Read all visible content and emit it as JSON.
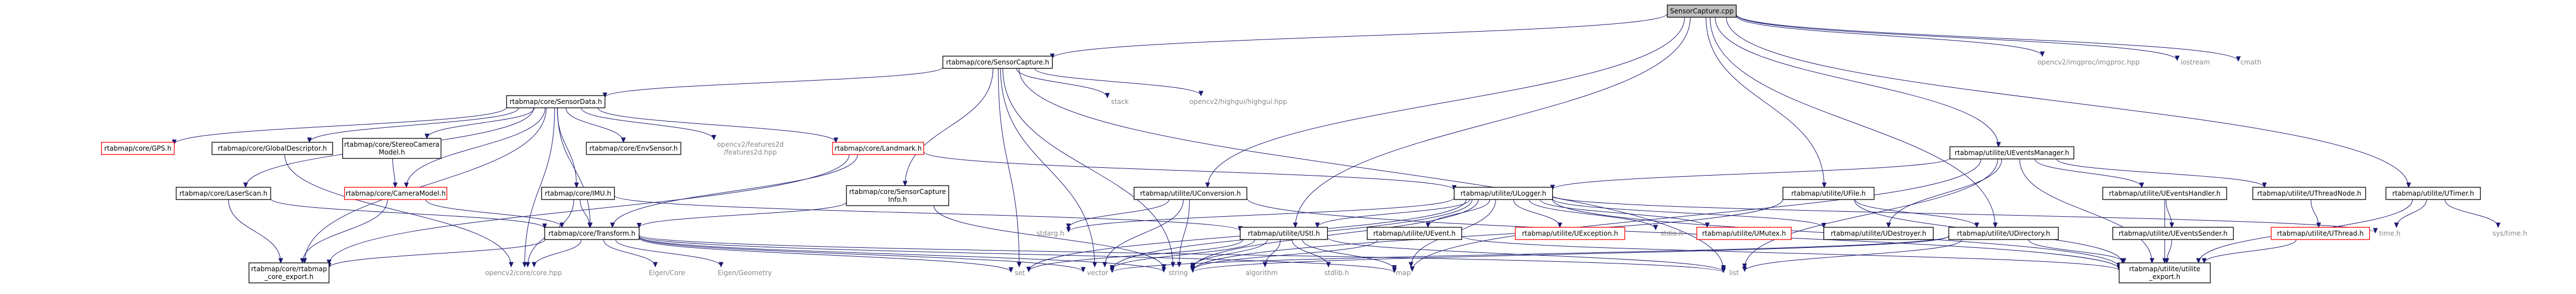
{
  "colors": {
    "edge": "#191970",
    "box_border": "#000000",
    "box_missing_border": "#ff0000",
    "box_root_fill": "#bfbfbf",
    "external_text": "#888888"
  },
  "graph": {
    "root": "SensorCapture.cpp",
    "nodes": [
      {
        "id": "root",
        "lines": [
          "SensorCapture.cpp"
        ],
        "kind": "root"
      },
      {
        "id": "sensorcapture_h",
        "lines": [
          "rtabmap/core/SensorCapture.h"
        ],
        "kind": "box"
      },
      {
        "id": "opencv_imgproc",
        "lines": [
          "opencv2/imgproc/imgproc.hpp"
        ],
        "kind": "ext"
      },
      {
        "id": "iostream",
        "lines": [
          "iostream"
        ],
        "kind": "ext"
      },
      {
        "id": "cmath",
        "lines": [
          "cmath"
        ],
        "kind": "ext"
      },
      {
        "id": "sensordata_h",
        "lines": [
          "rtabmap/core/SensorData.h"
        ],
        "kind": "box"
      },
      {
        "id": "stack",
        "lines": [
          "stack"
        ],
        "kind": "ext"
      },
      {
        "id": "highgui",
        "lines": [
          "opencv2/highgui/highgui.hpp"
        ],
        "kind": "ext"
      },
      {
        "id": "gps_h",
        "lines": [
          "rtabmap/core/GPS.h"
        ],
        "kind": "missing"
      },
      {
        "id": "globaldesc_h",
        "lines": [
          "rtabmap/core/GlobalDescriptor.h"
        ],
        "kind": "box"
      },
      {
        "id": "stereocam_h",
        "lines": [
          "rtabmap/core/StereoCamera",
          "Model.h"
        ],
        "kind": "box"
      },
      {
        "id": "envsensor_h",
        "lines": [
          "rtabmap/core/EnvSensor.h"
        ],
        "kind": "box"
      },
      {
        "id": "features2d",
        "lines": [
          "opencv2/features2d",
          "/features2d.hpp"
        ],
        "kind": "ext"
      },
      {
        "id": "landmark_h",
        "lines": [
          "rtabmap/core/Landmark.h"
        ],
        "kind": "missing"
      },
      {
        "id": "laserscan_h",
        "lines": [
          "rtabmap/core/LaserScan.h"
        ],
        "kind": "box"
      },
      {
        "id": "cameramodel_h",
        "lines": [
          "rtabmap/core/CameraModel.h"
        ],
        "kind": "missing"
      },
      {
        "id": "imu_h",
        "lines": [
          "rtabmap/core/IMU.h"
        ],
        "kind": "box"
      },
      {
        "id": "sensorcaptureinfo_h",
        "lines": [
          "rtabmap/core/SensorCapture",
          "Info.h"
        ],
        "kind": "box"
      },
      {
        "id": "conversion_h",
        "lines": [
          "rtabmap/utilite/UConversion.h"
        ],
        "kind": "box"
      },
      {
        "id": "ulogger_h",
        "lines": [
          "rtabmap/utilite/ULogger.h"
        ],
        "kind": "box"
      },
      {
        "id": "ufile_h",
        "lines": [
          "rtabmap/utilite/UFile.h"
        ],
        "kind": "box"
      },
      {
        "id": "ueventsmanager_h",
        "lines": [
          "rtabmap/utilite/UEventsManager.h"
        ],
        "kind": "box"
      },
      {
        "id": "utimer_h",
        "lines": [
          "rtabmap/utilite/UTimer.h"
        ],
        "kind": "box"
      },
      {
        "id": "transform_h",
        "lines": [
          "rtabmap/core/Transform.h"
        ],
        "kind": "box"
      },
      {
        "id": "rtabmap_core_export",
        "lines": [
          "rtabmap/core/rtabmap",
          "_core_export.h"
        ],
        "kind": "box"
      },
      {
        "id": "opencv_core",
        "lines": [
          "opencv2/core/core.hpp"
        ],
        "kind": "ext"
      },
      {
        "id": "eigen_core",
        "lines": [
          "Eigen/Core"
        ],
        "kind": "ext"
      },
      {
        "id": "eigen_geometry",
        "lines": [
          "Eigen/Geometry"
        ],
        "kind": "ext"
      },
      {
        "id": "stdarg_h",
        "lines": [
          "stdarg.h"
        ],
        "kind": "ext"
      },
      {
        "id": "ustl_h",
        "lines": [
          "rtabmap/utilite/UStl.h"
        ],
        "kind": "box"
      },
      {
        "id": "uevent_h",
        "lines": [
          "rtabmap/utilite/UEvent.h"
        ],
        "kind": "box"
      },
      {
        "id": "uexception_h",
        "lines": [
          "rtabmap/utilite/UException.h"
        ],
        "kind": "missing"
      },
      {
        "id": "stdio_h",
        "lines": [
          "stdio.h"
        ],
        "kind": "ext"
      },
      {
        "id": "umutex_h",
        "lines": [
          "rtabmap/utilite/UMutex.h"
        ],
        "kind": "missing"
      },
      {
        "id": "udestroyer_h",
        "lines": [
          "rtabmap/utilite/UDestroyer.h"
        ],
        "kind": "box"
      },
      {
        "id": "udirectory_h",
        "lines": [
          "rtabmap/utilite/UDirectory.h"
        ],
        "kind": "box"
      },
      {
        "id": "ueventshandler_h",
        "lines": [
          "rtabmap/utilite/UEventsHandler.h"
        ],
        "kind": "box"
      },
      {
        "id": "uthreadnode_h",
        "lines": [
          "rtabmap/utilite/UThreadNode.h"
        ],
        "kind": "box"
      },
      {
        "id": "ueventssender_h",
        "lines": [
          "rtabmap/utilite/UEventsSender.h"
        ],
        "kind": "box"
      },
      {
        "id": "uthread_h",
        "lines": [
          "rtabmap/utilite/UThread.h"
        ],
        "kind": "missing"
      },
      {
        "id": "time_h",
        "lines": [
          "time.h"
        ],
        "kind": "ext"
      },
      {
        "id": "systime_h",
        "lines": [
          "sys/time.h"
        ],
        "kind": "ext"
      },
      {
        "id": "utilite_export",
        "lines": [
          "rtabmap/utilite/utilite",
          "_export.h"
        ],
        "kind": "box"
      },
      {
        "id": "set",
        "lines": [
          "set"
        ],
        "kind": "ext"
      },
      {
        "id": "vector",
        "lines": [
          "vector"
        ],
        "kind": "ext"
      },
      {
        "id": "string",
        "lines": [
          "string"
        ],
        "kind": "ext"
      },
      {
        "id": "algorithm",
        "lines": [
          "algorithm"
        ],
        "kind": "ext"
      },
      {
        "id": "stdlib_h",
        "lines": [
          "stdlib.h"
        ],
        "kind": "ext"
      },
      {
        "id": "map",
        "lines": [
          "map"
        ],
        "kind": "ext"
      },
      {
        "id": "list",
        "lines": [
          "list"
        ],
        "kind": "ext"
      }
    ],
    "edges": [
      [
        "root",
        "sensorcapture_h"
      ],
      [
        "root",
        "opencv_imgproc"
      ],
      [
        "root",
        "iostream"
      ],
      [
        "root",
        "cmath"
      ],
      [
        "root",
        "conversion_h"
      ],
      [
        "root",
        "ustl_h"
      ],
      [
        "root",
        "ufile_h"
      ],
      [
        "root",
        "udirectory_h"
      ],
      [
        "root",
        "ueventsmanager_h"
      ],
      [
        "root",
        "utimer_h"
      ],
      [
        "sensorcapture_h",
        "sensordata_h"
      ],
      [
        "sensorcapture_h",
        "stack"
      ],
      [
        "sensorcapture_h",
        "highgui"
      ],
      [
        "sensorcapture_h",
        "sensorcaptureinfo_h"
      ],
      [
        "sensorcapture_h",
        "set"
      ],
      [
        "sensorcapture_h",
        "vector"
      ],
      [
        "sensorcapture_h",
        "list"
      ],
      [
        "sensorcapture_h",
        "string"
      ],
      [
        "sensordata_h",
        "gps_h"
      ],
      [
        "sensordata_h",
        "globaldesc_h"
      ],
      [
        "sensordata_h",
        "stereocam_h"
      ],
      [
        "sensordata_h",
        "envsensor_h"
      ],
      [
        "sensordata_h",
        "features2d"
      ],
      [
        "sensordata_h",
        "landmark_h"
      ],
      [
        "sensordata_h",
        "laserscan_h"
      ],
      [
        "sensordata_h",
        "cameramodel_h"
      ],
      [
        "sensordata_h",
        "imu_h"
      ],
      [
        "sensordata_h",
        "transform_h"
      ],
      [
        "sensordata_h",
        "rtabmap_core_export"
      ],
      [
        "sensordata_h",
        "opencv_core"
      ],
      [
        "globaldesc_h",
        "opencv_core"
      ],
      [
        "stereocam_h",
        "cameramodel_h"
      ],
      [
        "landmark_h",
        "transform_h"
      ],
      [
        "landmark_h",
        "ulogger_h"
      ],
      [
        "landmark_h",
        "rtabmap_core_export"
      ],
      [
        "laserscan_h",
        "transform_h"
      ],
      [
        "laserscan_h",
        "rtabmap_core_export"
      ],
      [
        "cameramodel_h",
        "transform_h"
      ],
      [
        "cameramodel_h",
        "rtabmap_core_export"
      ],
      [
        "imu_h",
        "transform_h"
      ],
      [
        "imu_h",
        "opencv_core"
      ],
      [
        "imu_h",
        "ustl_h"
      ],
      [
        "sensorcaptureinfo_h",
        "transform_h"
      ],
      [
        "sensorcaptureinfo_h",
        "string"
      ],
      [
        "conversion_h",
        "stdarg_h"
      ],
      [
        "conversion_h",
        "string"
      ],
      [
        "conversion_h",
        "vector"
      ],
      [
        "conversion_h",
        "utilite_export"
      ],
      [
        "ulogger_h",
        "ustl_h"
      ],
      [
        "ulogger_h",
        "uevent_h"
      ],
      [
        "ulogger_h",
        "uexception_h"
      ],
      [
        "ulogger_h",
        "stdio_h"
      ],
      [
        "ulogger_h",
        "umutex_h"
      ],
      [
        "ulogger_h",
        "udestroyer_h"
      ],
      [
        "ulogger_h",
        "stdarg_h"
      ],
      [
        "ulogger_h",
        "time_h"
      ],
      [
        "ulogger_h",
        "string"
      ],
      [
        "ulogger_h",
        "vector"
      ],
      [
        "ulogger_h",
        "map"
      ],
      [
        "ulogger_h",
        "set"
      ],
      [
        "ulogger_h",
        "utilite_export"
      ],
      [
        "ufile_h",
        "udirectory_h"
      ],
      [
        "ufile_h",
        "string"
      ],
      [
        "ufile_h",
        "utilite_export"
      ],
      [
        "ueventsmanager_h",
        "ulogger_h"
      ],
      [
        "ueventsmanager_h",
        "ueventshandler_h"
      ],
      [
        "ueventsmanager_h",
        "uthreadnode_h"
      ],
      [
        "ueventsmanager_h",
        "udestroyer_h"
      ],
      [
        "ueventsmanager_h",
        "list"
      ],
      [
        "ueventsmanager_h",
        "map"
      ],
      [
        "ueventsmanager_h",
        "utilite_export"
      ],
      [
        "utimer_h",
        "time_h"
      ],
      [
        "utimer_h",
        "systime_h"
      ],
      [
        "utimer_h",
        "utilite_export"
      ],
      [
        "transform_h",
        "rtabmap_core_export"
      ],
      [
        "transform_h",
        "opencv_core"
      ],
      [
        "transform_h",
        "eigen_core"
      ],
      [
        "transform_h",
        "eigen_geometry"
      ],
      [
        "transform_h",
        "vector"
      ],
      [
        "transform_h",
        "string"
      ],
      [
        "transform_h",
        "map"
      ],
      [
        "transform_h",
        "list"
      ],
      [
        "transform_h",
        "set"
      ],
      [
        "ustl_h",
        "set"
      ],
      [
        "ustl_h",
        "vector"
      ],
      [
        "ustl_h",
        "string"
      ],
      [
        "ustl_h",
        "algorithm"
      ],
      [
        "ustl_h",
        "stdlib_h"
      ],
      [
        "ustl_h",
        "map"
      ],
      [
        "ustl_h",
        "list"
      ],
      [
        "uevent_h",
        "string"
      ],
      [
        "uevent_h",
        "utilite_export"
      ],
      [
        "udirectory_h",
        "string"
      ],
      [
        "udirectory_h",
        "vector"
      ],
      [
        "udirectory_h",
        "list"
      ],
      [
        "udirectory_h",
        "utilite_export"
      ],
      [
        "ueventshandler_h",
        "ueventssender_h"
      ],
      [
        "ueventshandler_h",
        "utilite_export"
      ],
      [
        "ueventssender_h",
        "utilite_export"
      ],
      [
        "uthreadnode_h",
        "uthread_h"
      ],
      [
        "uthread_h",
        "utilite_export"
      ]
    ]
  }
}
